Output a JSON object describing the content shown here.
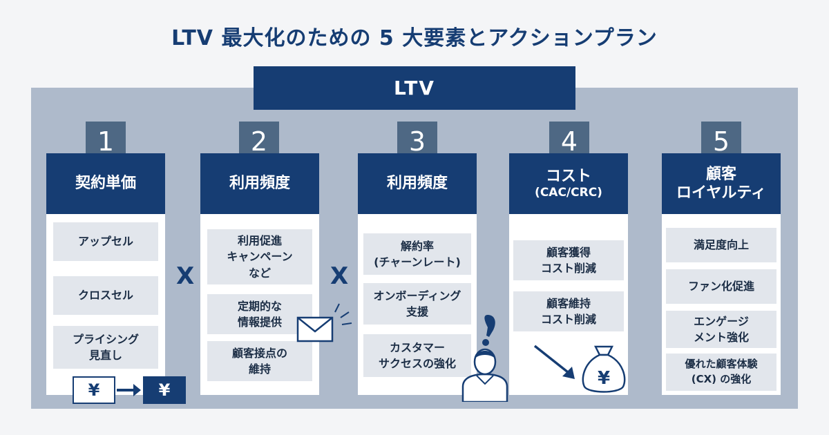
{
  "title": "LTV 最大化のための 5 大要素とアクションプラン",
  "ltv_label": "LTV",
  "operator": "X",
  "yen": "¥",
  "columns": [
    {
      "number": "1",
      "heading": "契約単価",
      "sub": "",
      "items": [
        "アップセル",
        "クロスセル",
        "プライシング\n見直し"
      ]
    },
    {
      "number": "2",
      "heading": "利用頻度",
      "sub": "",
      "items": [
        "利用促進\nキャンペーン\nなど",
        "定期的な\n情報提供",
        "顧客接点の\n維持"
      ]
    },
    {
      "number": "3",
      "heading": "利用頻度",
      "sub": "",
      "items": [
        "解約率\n(チャーンレート)",
        "オンボーディング\n支援",
        "カスタマー\nサクセスの強化"
      ]
    },
    {
      "number": "4",
      "heading": "コスト",
      "sub": "(CAC/CRC)",
      "items": [
        "顧客獲得\nコスト削減",
        "顧客維持\nコスト削減"
      ]
    },
    {
      "number": "5",
      "heading": "顧客\nロイヤルティ",
      "sub": "",
      "items": [
        "満足度向上",
        "ファン化促進",
        "エンゲージ\nメント強化",
        "優れた顧客体験\n(CX) の強化"
      ]
    }
  ],
  "colors": {
    "navy": "#163d73",
    "band": "#aebacb",
    "badge": "#4e6884",
    "item_bg": "#e2e6ec"
  },
  "icons": [
    "yen-price-up-icon",
    "envelope-icon",
    "person-exclamation-icon",
    "down-arrow-icon",
    "money-bag-icon"
  ]
}
